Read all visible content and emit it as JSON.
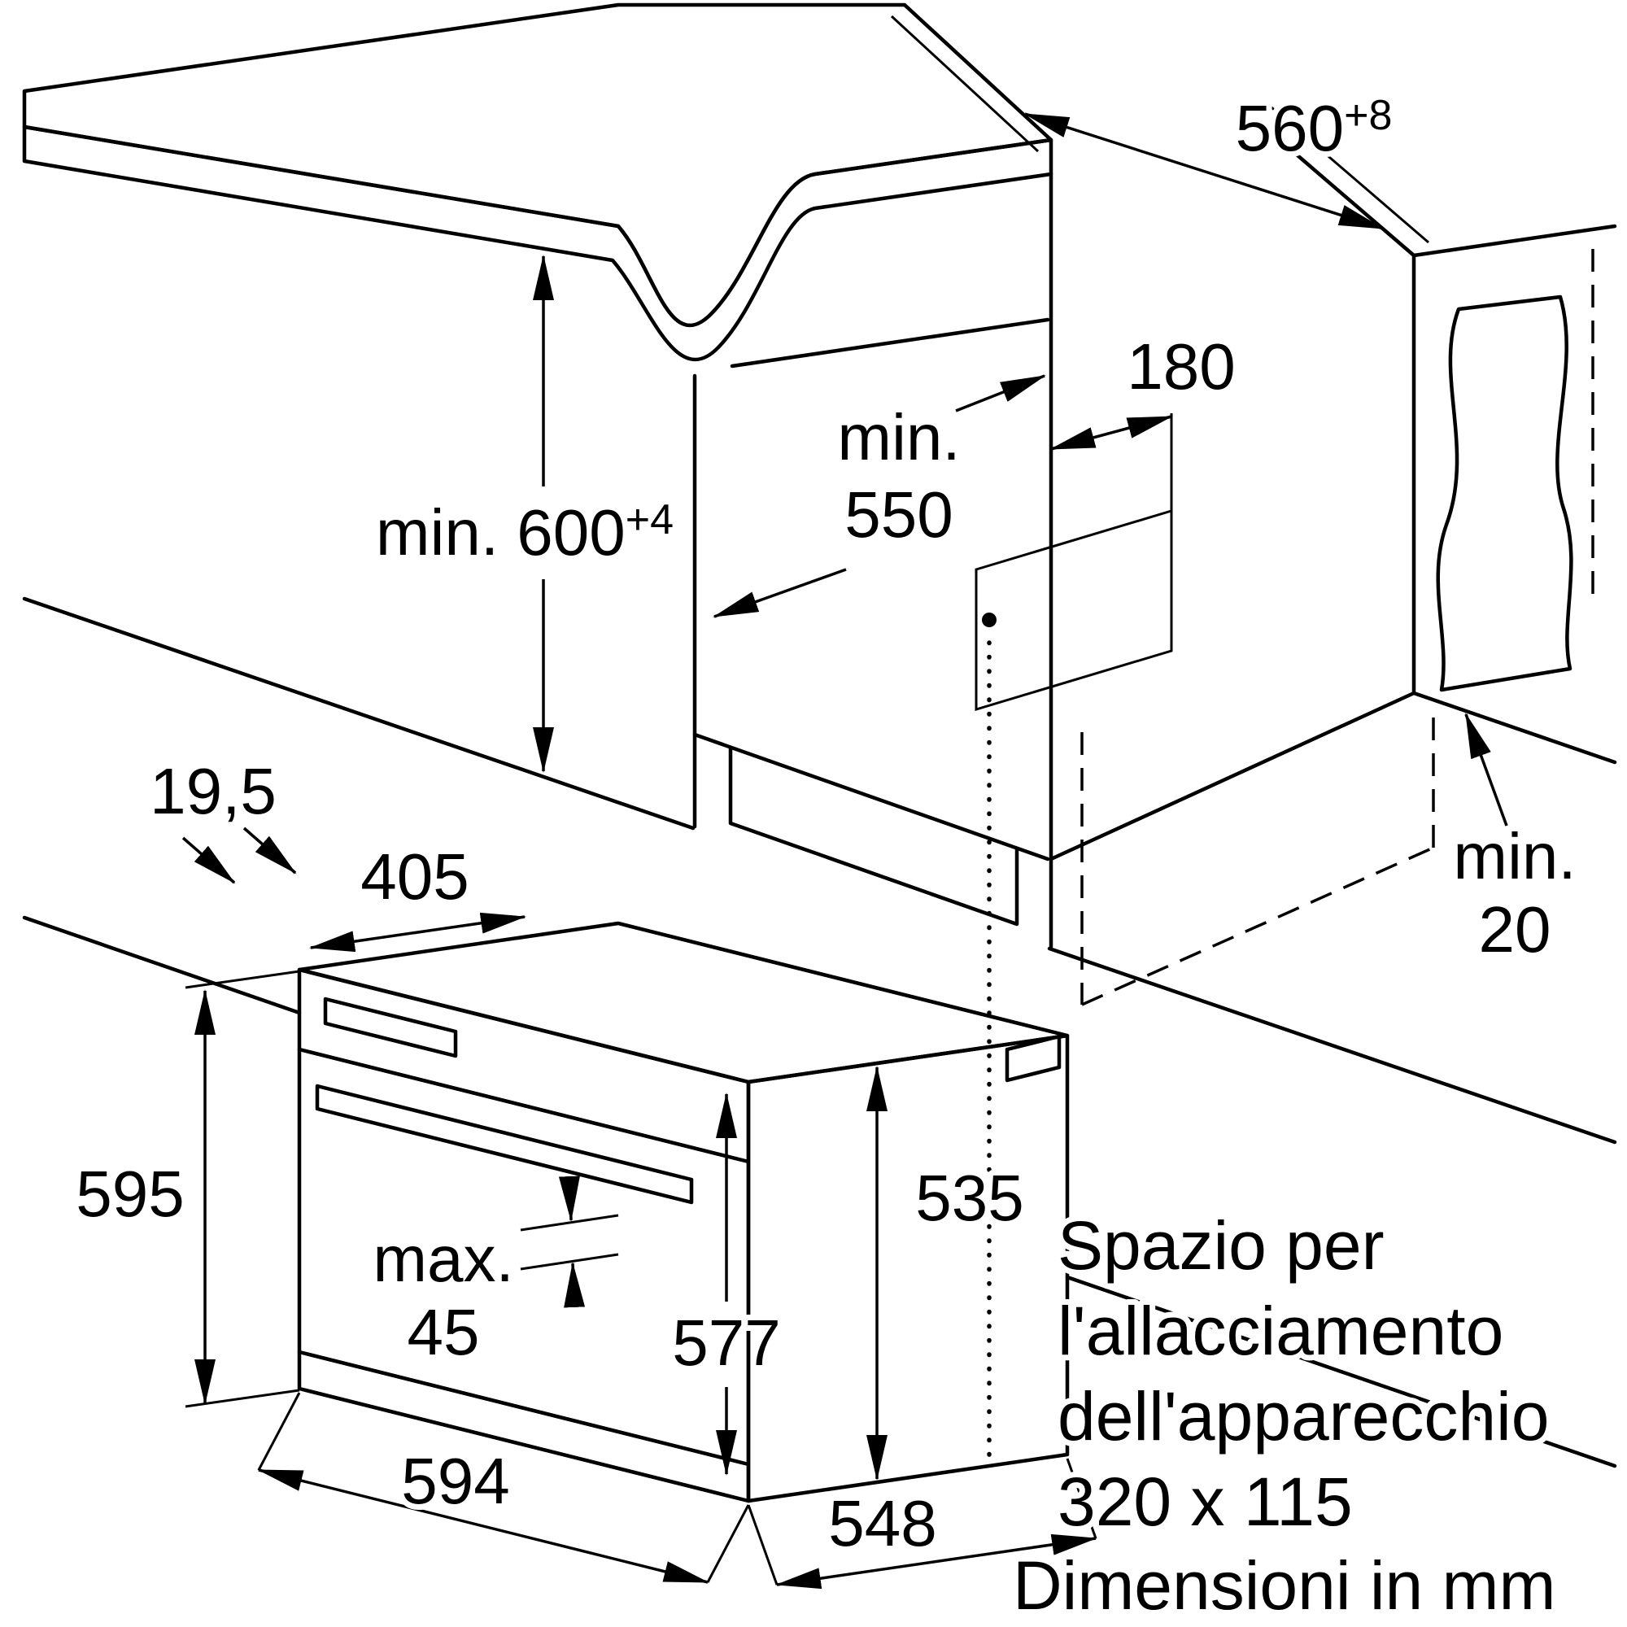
{
  "labels": {
    "niche_width": {
      "main": "560",
      "sup": "+8"
    },
    "under_counter_height": {
      "main": "min. 600",
      "sup": "+4"
    },
    "niche_depth_l1": "min.",
    "niche_depth_l2": "550",
    "connection_offset": "180",
    "rear_clearance_l1": "min.",
    "rear_clearance_l2": "20",
    "front_overhang": "19,5",
    "top_depth": "405",
    "oven_height": "595",
    "handle_clearance_l1": "max.",
    "handle_clearance_l2": "45",
    "body_height": "577",
    "rear_height": "535",
    "oven_width": "594",
    "body_depth": "548"
  },
  "note": {
    "line1": "Spazio per",
    "line2": "l'allacciamento",
    "line3": "dell'apparecchio",
    "line4": "320 x 115",
    "units": "Dimensioni in mm"
  },
  "colors": {
    "ink": "#000000",
    "surface_light": "#ecefee",
    "surface_dark": "#d9dddd"
  }
}
